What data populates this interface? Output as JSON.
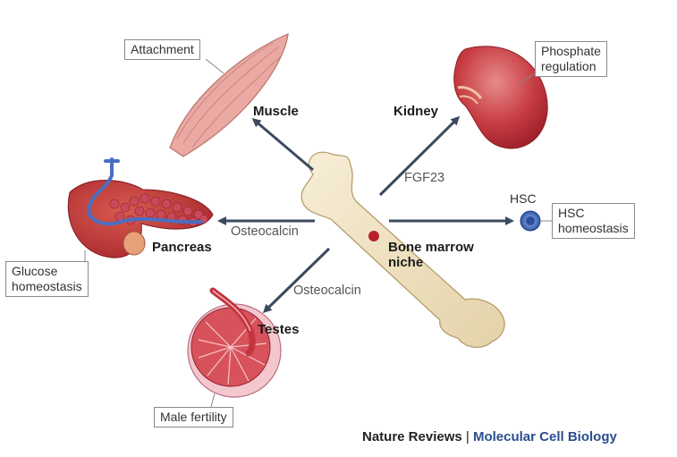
{
  "organs": {
    "muscle": "Muscle",
    "kidney": "Kidney",
    "pancreas": "Pancreas",
    "testes": "Testes",
    "bone_marrow": "Bone marrow\nniche",
    "hsc": "HSC"
  },
  "functions": {
    "attachment": "Attachment",
    "phosphate": "Phosphate\nregulation",
    "hsc_homeostasis": "HSC\nhomeostasis",
    "glucose": "Glucose\nhomeostasis",
    "male_fertility": "Male fertility"
  },
  "arrow_labels": {
    "fgf23": "FGF23",
    "osteocalcin_pancreas": "Osteocalcin",
    "osteocalcin_testes": "Osteocalcin"
  },
  "footer": {
    "journal": "Nature Reviews",
    "separator": "|",
    "subtitle": "Molecular Cell Biology"
  },
  "colors": {
    "arrow": "#3b4a5e",
    "bone": "#f2e6c8",
    "muscle": "#e8a6a0",
    "organ_red": "#b9303a",
    "duct_blue": "#4a6fc2",
    "footer_accent": "#2a4d8f"
  }
}
